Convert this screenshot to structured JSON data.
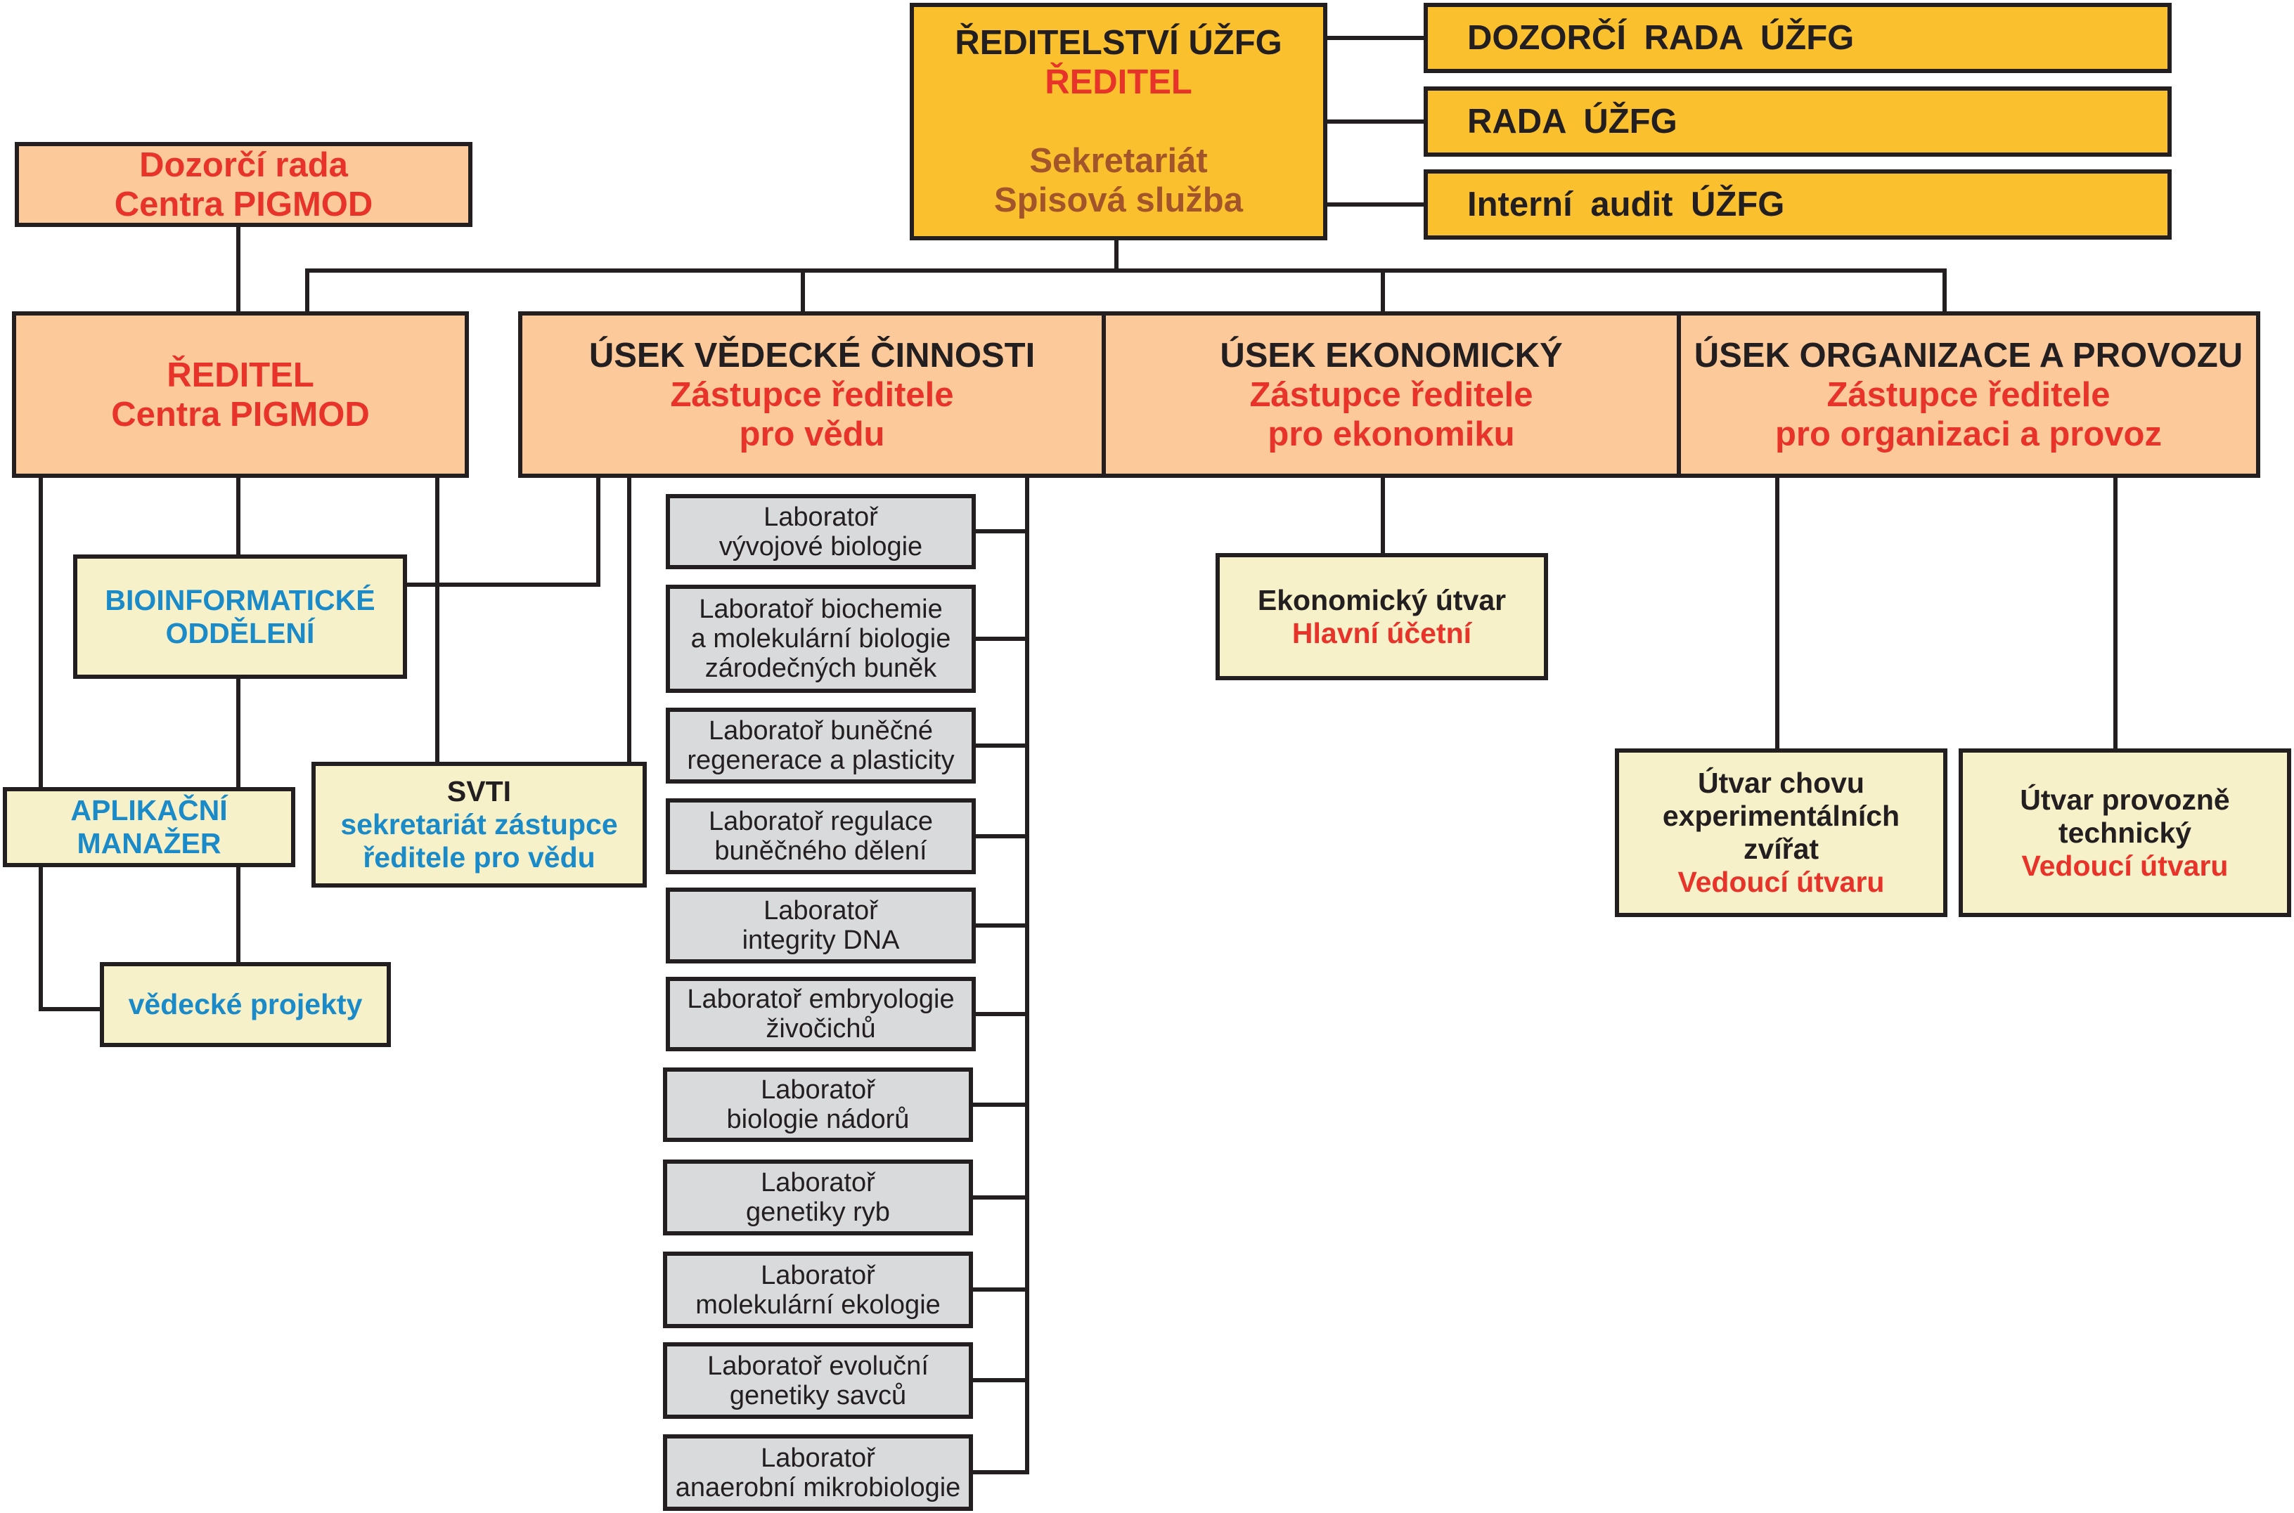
{
  "colors": {
    "directorate_fill": "#fbc02d",
    "division_fill": "#fcc99b",
    "unit_fill": "#f7f1c9",
    "lab_fill": "#d9dadc",
    "border": "#231f20",
    "red_text": "#e8332a",
    "blue_text": "#1a8bc8",
    "brown_text": "#a2552a"
  },
  "directorate": {
    "title": "ŘEDITELSTVÍ ÚŽFG",
    "head": "ŘEDITEL",
    "secretariat": "Sekretariát",
    "registry": "Spisová služba"
  },
  "boards": [
    "DOZORČÍ RADA ÚŽFG",
    "RADA ÚŽFG",
    "Interní audit ÚŽFG"
  ],
  "pigmod": {
    "board": [
      "Dozorčí rada",
      "Centra PIGMOD"
    ],
    "director": [
      "ŘEDITEL",
      "Centra PIGMOD"
    ],
    "bioinformatics": [
      "BIOINFORMATICKÉ",
      "ODDĚLENÍ"
    ],
    "app_manager": [
      "APLIKAČNÍ",
      "MANAŽER"
    ],
    "projects": "vědecké projekty"
  },
  "science": {
    "title": "ÚSEK VĚDECKÉ ČINNOSTI",
    "deputy": [
      "Zástupce ředitele",
      "pro vědu"
    ],
    "svti": {
      "name": "SVTI",
      "desc": [
        "sekretariát zástupce",
        "ředitele pro vědu"
      ]
    },
    "labs": [
      [
        "Laboratoř",
        "vývojové biologie"
      ],
      [
        "Laboratoř biochemie",
        "a molekulární biologie",
        "zárodečných buněk"
      ],
      [
        "Laboratoř buněčné",
        "regenerace a plasticity"
      ],
      [
        "Laboratoř regulace",
        "buněčného dělení"
      ],
      [
        "Laboratoř",
        "integrity DNA"
      ],
      [
        "Laboratoř embryologie",
        "živočichů"
      ],
      [
        "Laboratoř",
        "biologie nádorů"
      ],
      [
        "Laboratoř",
        "genetiky ryb"
      ],
      [
        "Laboratoř",
        "molekulární ekologie"
      ],
      [
        "Laboratoř evoluční",
        "genetiky savců"
      ],
      [
        "Laboratoř",
        "anaerobní mikrobiologie"
      ]
    ]
  },
  "economy": {
    "title": "ÚSEK EKONOMICKÝ",
    "deputy": [
      "Zástupce ředitele",
      "pro ekonomiku"
    ],
    "unit": {
      "name": "Ekonomický útvar",
      "head": "Hlavní účetní"
    }
  },
  "operations": {
    "title": "ÚSEK ORGANIZACE A PROVOZU",
    "deputy": [
      "Zástupce ředitele",
      "pro organizaci a provoz"
    ],
    "units": [
      {
        "name": [
          "Útvar chovu",
          "experimentálních",
          "zvířat"
        ],
        "head": "Vedoucí útvaru"
      },
      {
        "name": [
          "Útvar provozně",
          "technický"
        ],
        "head": "Vedoucí útvaru"
      }
    ]
  }
}
